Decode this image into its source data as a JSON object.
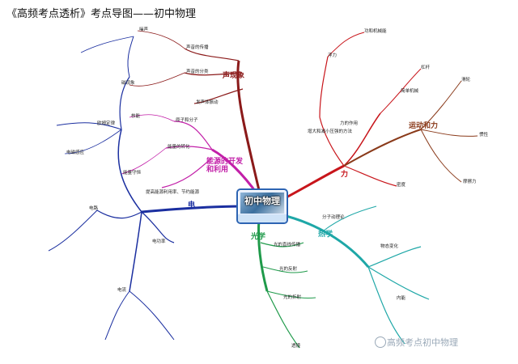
{
  "title": "《高频考点透析》考点导图——初中物理",
  "center": {
    "label": "初中物理"
  },
  "branches": {
    "sound": {
      "label": "声现象",
      "color": "#8b1a1a"
    },
    "energy": {
      "label": "能源的开发和利用",
      "color": "#c21fa8"
    },
    "electricity": {
      "label": "电",
      "color": "#1b2fa0"
    },
    "optics": {
      "label": "光学",
      "color": "#1f9a4a"
    },
    "heat": {
      "label": "热学",
      "color": "#1ea7a7"
    },
    "mechanics": {
      "label": "力",
      "color": "#c8151b"
    },
    "motion": {
      "label": "运动和力",
      "color": "#8a3a1a"
    }
  },
  "nodes": {
    "sound_propagation": "声音的传播",
    "sound_classes": "声音的分类",
    "sound_vibration": "发声体振动",
    "sound_noise": "噪声",
    "magnetism": "磁现象",
    "induction": "电磁感应",
    "ohm": "欧姆定律",
    "circuit": "电路",
    "power": "电功率",
    "current": "电流",
    "energy_conservation": "能量守恒",
    "nuclear": "核能",
    "save_energy": "提高能源利用率、节约能源",
    "molecule": "分子动理论",
    "state_change": "物态变化",
    "internal_energy": "内能",
    "light_straight": "光的直线传播",
    "reflection": "光的反射",
    "refraction": "光的折射",
    "lens": "透镜",
    "force": "力的作用",
    "pressure": "增大和减小压强的方法",
    "buoyancy": "浮力",
    "simple_machine": "简单机械",
    "density": "密度",
    "work": "功和机械能",
    "lever": "杠杆",
    "pulley": "滑轮",
    "inertia": "惯性",
    "friction": "摩擦力",
    "atom": "原子和分子",
    "energy_types": "能量的转化"
  },
  "watermark": "高频考点初中物理",
  "icons": {
    "center_photo": "physics-photo-icon",
    "watermark": "wechat-icon"
  }
}
